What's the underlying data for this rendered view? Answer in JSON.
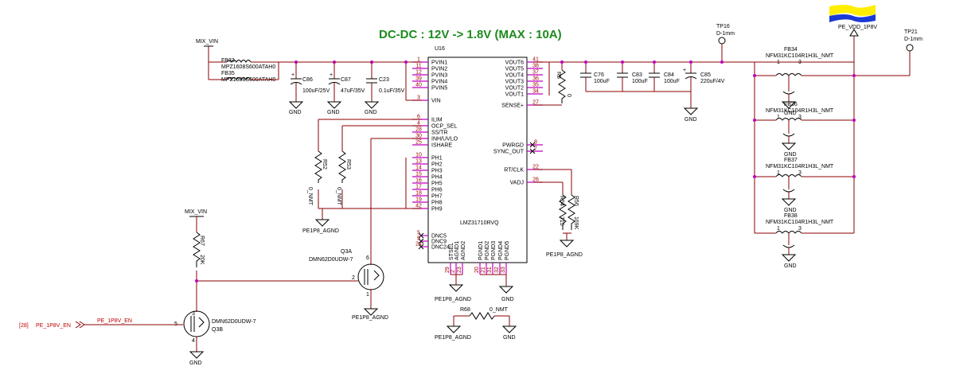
{
  "title": "DC-DC : 12V -> 1.8V  (MAX : 10A)",
  "ic": {
    "ref": "U16",
    "part": "LMZ31710RVQ",
    "left_pins": [
      {
        "num": "1",
        "name": "PVIN1"
      },
      {
        "num": "11",
        "name": "PVIN2"
      },
      {
        "num": "12",
        "name": "PVIN3"
      },
      {
        "num": "39",
        "name": "PVIN4"
      },
      {
        "num": "40",
        "name": "PVIN5"
      },
      {
        "num": "3",
        "name": "VIN"
      },
      {
        "num": "6",
        "name": "ILIM"
      },
      {
        "num": "4",
        "name": "OCP_SEL"
      },
      {
        "num": "28",
        "name": "SS/TR"
      },
      {
        "num": "30",
        "name": "INH/UVLO"
      },
      {
        "num": "25",
        "name": "ISHARE"
      },
      {
        "num": "10",
        "name": "PH1"
      },
      {
        "num": "13",
        "name": "PH2"
      },
      {
        "num": "14",
        "name": "PH3"
      },
      {
        "num": "15",
        "name": "PH4"
      },
      {
        "num": "16",
        "name": "PH5"
      },
      {
        "num": "17",
        "name": "PH6"
      },
      {
        "num": "18",
        "name": "PH7"
      },
      {
        "num": "19",
        "name": "PH8"
      },
      {
        "num": "42",
        "name": "PH9"
      },
      {
        "num": "5",
        "name": "DNC5"
      },
      {
        "num": "9",
        "name": "DNC9"
      },
      {
        "num": "24",
        "name": "DNC24"
      }
    ],
    "right_pins": [
      {
        "num": "41",
        "name": "VOUT6"
      },
      {
        "num": "38",
        "name": "VOUT5"
      },
      {
        "num": "37",
        "name": "VOUT4"
      },
      {
        "num": "36",
        "name": "VOUT3"
      },
      {
        "num": "35",
        "name": "VOUT2"
      },
      {
        "num": "34",
        "name": "VOUT1"
      },
      {
        "num": "27",
        "name": "SENSE+"
      },
      {
        "num": "8",
        "name": "PWRGD"
      },
      {
        "num": "7",
        "name": "SYNC_OUT"
      },
      {
        "num": "22",
        "name": "RT/CLK"
      },
      {
        "num": "26",
        "name": "VADJ"
      }
    ],
    "bottom_pins": [
      {
        "num": "29",
        "name": "STSEL"
      },
      {
        "num": "2",
        "name": "AGND1"
      },
      {
        "num": "23",
        "name": "AGND2"
      },
      {
        "num": "20",
        "name": "PGND1"
      },
      {
        "num": "21",
        "name": "PGND2"
      },
      {
        "num": "31",
        "name": "PGND3"
      },
      {
        "num": "32",
        "name": "PGND4"
      },
      {
        "num": "33",
        "name": "PGND5"
      }
    ]
  },
  "components": {
    "fb33_ref": "FB33",
    "fb33_val": "MPZ1608S600ATAH0",
    "fb35_ref": "FB35",
    "fb35_val": "MPZ1608S600ATAH0",
    "c86_ref": "C86",
    "c86_val": "100uF/25V",
    "c87_ref": "C87",
    "c87_val": "47uF/35V",
    "c23_ref": "C23",
    "c23_val": "0.1uF/35V",
    "r5_ref": "R5",
    "r5_val": "0",
    "c76_ref": "C76",
    "c76_val": "100uF",
    "c83_ref": "C83",
    "c83_val": "100uF",
    "c84_ref": "C84",
    "c84_val": "100uF",
    "c85_ref": "C85",
    "c85_val": "220uF/4V",
    "r52_ref": "R52",
    "r52_val": "0_NMT",
    "r53_ref": "R53",
    "r53_val": "0_NMT",
    "r54_ref": "R54",
    "r54_val": "715",
    "r56_ref": "R56",
    "r56_val": "169K",
    "r67_ref": "R67",
    "r67_val": "20K",
    "r68_ref": "R68",
    "r68_val": "0_NMT",
    "q3a_ref": "Q3A",
    "q3a_val": "DMN62D0UDW-7",
    "q3b_ref": "Q3B",
    "q3b_val": "DMN62D0UDW-7",
    "tp16_ref": "TP16",
    "tp16_val": "D-1mm",
    "tp21_ref": "TP21",
    "tp21_val": "D-1mm",
    "fb34_ref": "FB34",
    "fb36_ref": "FB36",
    "fb37_ref": "FB37",
    "fb38_ref": "FB38",
    "fb_val": "NFM31KC104R1H3L_NMT"
  },
  "pins_misc": {
    "one": "1",
    "two": "2",
    "three": "3",
    "four": "4",
    "five": "5",
    "six": "6"
  },
  "nets": {
    "mix_vin": "MIX_VIN",
    "gnd": "GND",
    "agnd": "PE1P8_AGND",
    "vdd": "PE_VDD_1P8V",
    "en": "PE_1P8V_EN",
    "en_ref": "[28]"
  },
  "colors": {
    "title": "#1d8a1d",
    "wire": "#8b0000",
    "pin_marker": "#c000c0",
    "highlight": "#ffee00",
    "highlight_bar": "#1a3bd6"
  }
}
